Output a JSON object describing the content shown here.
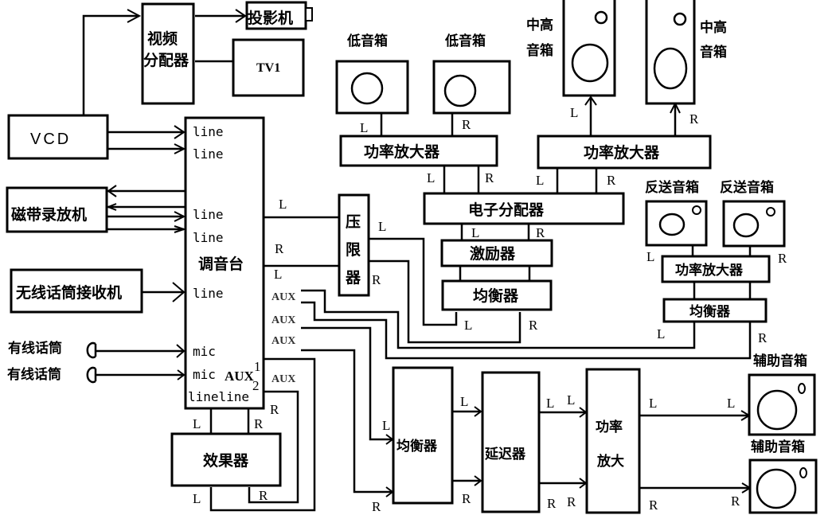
{
  "sources": {
    "vcd": "VCD",
    "tape_deck": "磁带录放机",
    "wireless_receiver": "无线话筒接收机",
    "wired_mic_1": "有线话筒",
    "wired_mic_2": "有线话筒"
  },
  "video": {
    "distributor_line1": "视频",
    "distributor_line2": "分配器",
    "projector": "投影机",
    "tv": "TV1"
  },
  "mixer": {
    "title": "调音台",
    "inputs": [
      "line",
      "line",
      "line",
      "line",
      "line",
      "mic",
      "mic"
    ],
    "bottom_ports": "lineline",
    "aux_label": "AUX",
    "aux_1": "1",
    "aux_2": "2",
    "aux_out": [
      "AUX",
      "AUX",
      "AUX",
      "AUX"
    ]
  },
  "main_chain": {
    "compressor": [
      "压",
      "限",
      "器"
    ],
    "equalizer": "均衡器",
    "exciter": "激励器",
    "crossover": "电子分配器",
    "amp_low": "功率放大器",
    "amp_high": "功率放大器"
  },
  "speakers": {
    "sub_left": "低音箱",
    "sub_right": "低音箱",
    "mid_high_left": [
      "中高",
      "音箱"
    ],
    "mid_high_right": [
      "中高",
      "音箱"
    ],
    "monitor_left": "反送音箱",
    "monitor_right": "反送音箱",
    "aux_top": "辅助音箱",
    "aux_bottom": "辅助音箱"
  },
  "monitor_chain": {
    "amp": "功率放大器",
    "equalizer": "均衡器"
  },
  "aux_chain": {
    "equalizer": "均衡器",
    "delay": "延迟器",
    "amp_line1": "功率",
    "amp_line2": "放大"
  },
  "effects": "效果器",
  "channel_labels": {
    "left": "L",
    "right": "R"
  }
}
